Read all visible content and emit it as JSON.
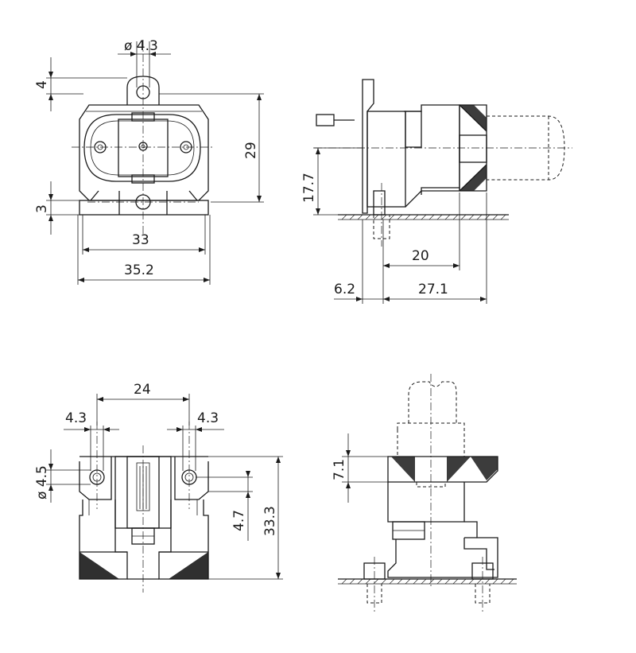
{
  "dimensions": {
    "front_hole_dia": "ø 4.3",
    "front_ear_height": "4",
    "front_height": "29",
    "front_base_height": "3",
    "front_inner_width": "33",
    "front_outer_width": "35.2",
    "side_axis_height": "17.7",
    "side_depth": "20",
    "side_flange_offset": "6.2",
    "side_total_depth": "27.1",
    "rear_hole_spacing": "24",
    "rear_hole_left": "4.3",
    "rear_hole_right": "4.3",
    "rear_hole_dia": "ø 4.5",
    "rear_hole_offset": "4.7",
    "rear_height": "33.3",
    "top_slot_height": "7.1"
  },
  "colors": {
    "line": "#1a1a1a",
    "background": "#ffffff"
  }
}
